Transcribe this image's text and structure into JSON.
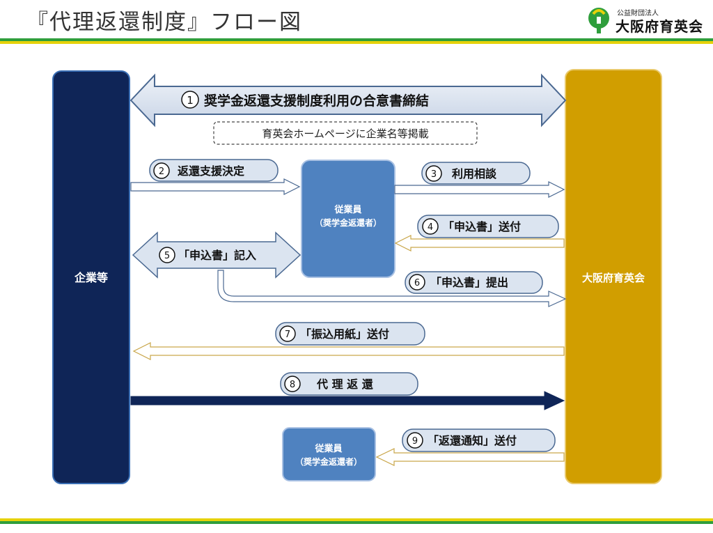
{
  "title": "『代理返還制度』フロー図",
  "logo": {
    "small": "公益財団法人",
    "name": "大阪府育英会"
  },
  "colors": {
    "navy": "#0f2557",
    "gold": "#d19e00",
    "employee_blue": "#4f82c0",
    "label_fill": "#dbe4f0",
    "green": "#2f9e3c",
    "yellow": "#e6d20a"
  },
  "left_entity": "企業等",
  "right_entity": "大阪府育英会",
  "employee_box": {
    "line1": "従業員",
    "line2": "（奨学金返還者）"
  },
  "employee_box_bottom": {
    "line1": "従業員",
    "line2": "（奨学金返還者）"
  },
  "note": "育英会ホームページに企業名等掲載",
  "steps": [
    {
      "num": "1",
      "label": "奨学金返還支援制度利用の合意書締結"
    },
    {
      "num": "2",
      "label": "返還支援決定"
    },
    {
      "num": "3",
      "label": "利用相談"
    },
    {
      "num": "4",
      "label": "「申込書」送付"
    },
    {
      "num": "5",
      "label": "「申込書」記入"
    },
    {
      "num": "6",
      "label": "「申込書」提出"
    },
    {
      "num": "7",
      "label": "「振込用紙」送付"
    },
    {
      "num": "8",
      "label": "代 理 返 還"
    },
    {
      "num": "9",
      "label": "「返還通知」送付"
    }
  ]
}
